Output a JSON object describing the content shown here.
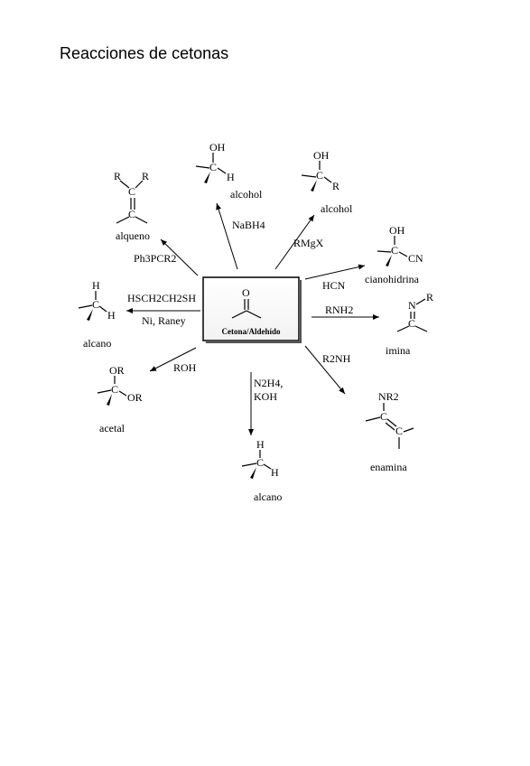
{
  "page": {
    "title": "Reacciones de cetonas"
  },
  "center": {
    "label": "Cetona/Aldehído",
    "carbonyl_atom": "O"
  },
  "reagents": {
    "nabh4": "NaBH4",
    "rmgx": "RMgX",
    "hcn": "HCN",
    "rnh2": "RNH2",
    "r2nh": "R2NH",
    "n2h4": "N2H4,",
    "koh": "KOH",
    "roh": "ROH",
    "hsch2ch2sh": "HSCH2CH2SH",
    "ni_raney": "Ni, Raney",
    "ph3pcr2": "Ph3PCR2"
  },
  "products": {
    "alqueno": "alqueno",
    "alcohol_1": "alcohol",
    "alcohol_2": "alcohol",
    "cianohidrina": "cianohidrina",
    "imina": "imina",
    "enamina": "enamina",
    "alcano_1": "alcano",
    "acetal": "acetal",
    "alcano_2": "alcano"
  },
  "atoms": {
    "R": "R",
    "H": "H",
    "OH": "OH",
    "CN": "CN",
    "N": "N",
    "NR2": "NR2",
    "OR": "OR",
    "C": "C"
  }
}
